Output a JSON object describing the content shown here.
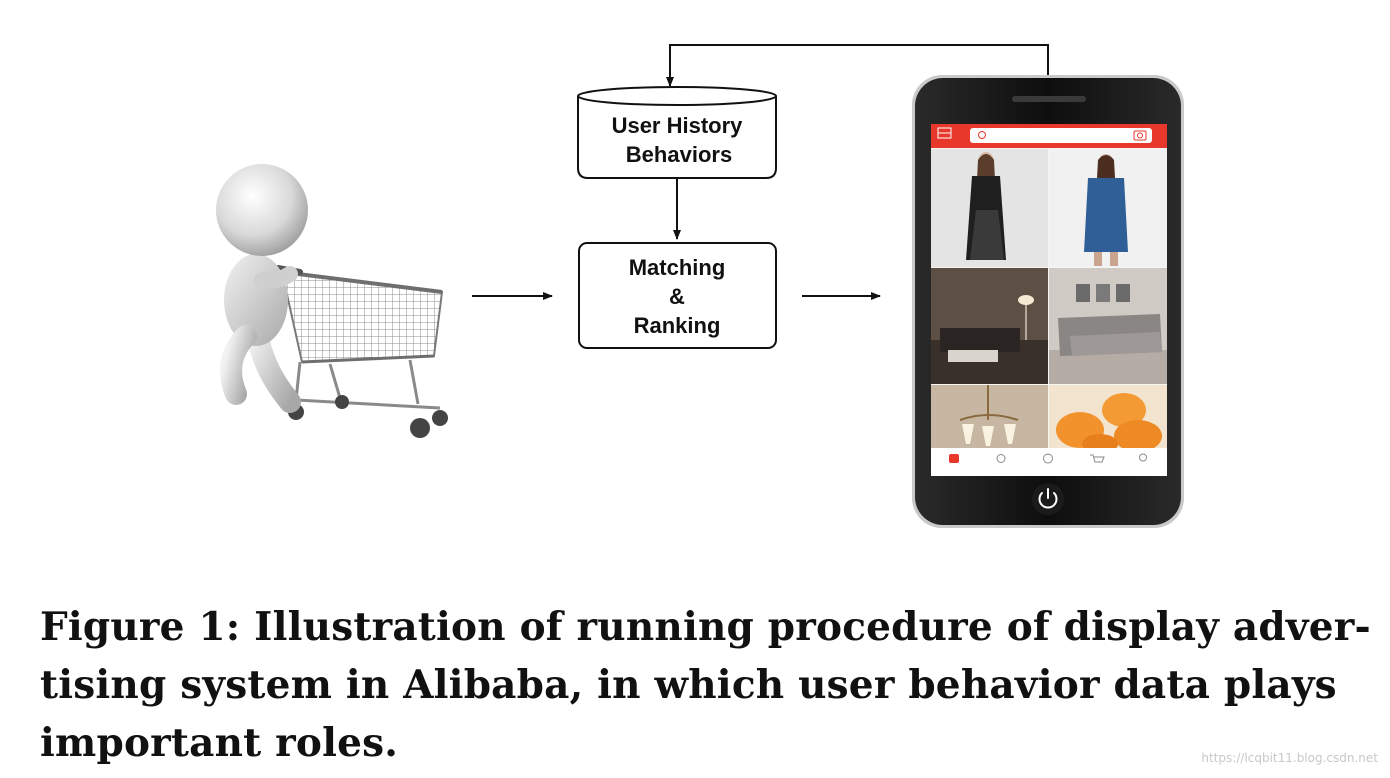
{
  "diagram": {
    "nodes": {
      "history": {
        "lines": [
          "User History",
          "Behaviors"
        ]
      },
      "matching": {
        "lines": [
          "Matching",
          "&",
          "Ranking"
        ]
      }
    },
    "phone": {
      "tabs": [
        "",
        "",
        "",
        "",
        ""
      ]
    }
  },
  "caption": {
    "lines": [
      "Figure 1: Illustration of running procedure of display adver-",
      "tising system in Alibaba, in which user behavior data plays",
      "important roles."
    ]
  },
  "watermark": "https://lcqbit11.blog.csdn.net",
  "colors": {
    "stroke": "#111111",
    "phone_body": "#141414",
    "app_red": "#e8382c",
    "screen_bg": "#f5f5f5"
  }
}
